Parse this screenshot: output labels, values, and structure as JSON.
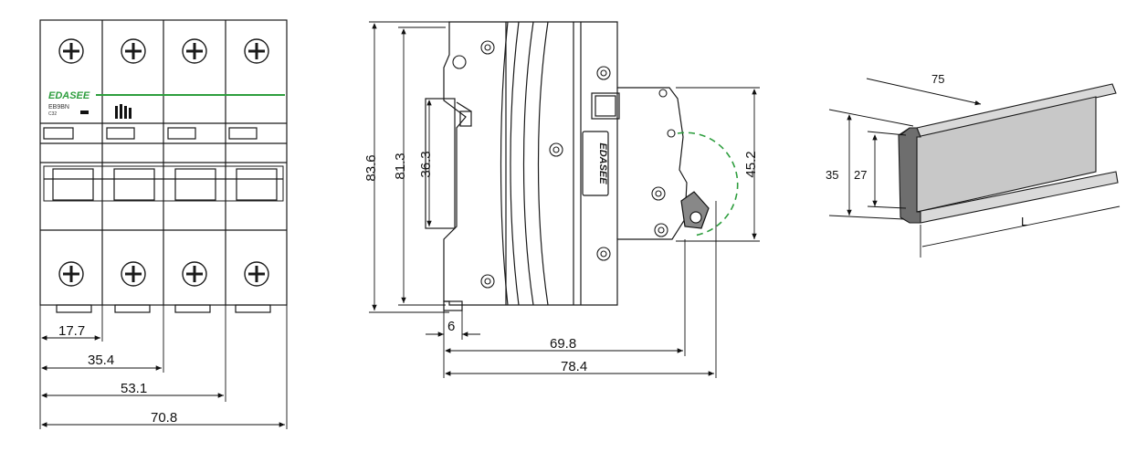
{
  "front_view": {
    "brand": "EDASEE",
    "model": "EB9BN",
    "rating": "C32",
    "dimensions": [
      "17.7",
      "35.4",
      "53.1",
      "70.8"
    ]
  },
  "side_view": {
    "brand_mark": "EDASEE",
    "dim_overall_height": "83.6",
    "dim_body_height": "81.3",
    "dim_clip_height": "36.3",
    "dim_right_height": "45.2",
    "dim_clip_width": "6",
    "dim_depth": "69.8",
    "dim_depth_total": "78.4"
  },
  "din_rail": {
    "dim_length_label": "75",
    "dim_height_outer": "35",
    "dim_height_inner": "27",
    "dim_l": "L"
  },
  "colors": {
    "line": "#1a1a1a",
    "brand_green": "#2e9e3e",
    "rail_fill": "#c8c8c8",
    "rail_dark": "#6e6e6e"
  }
}
